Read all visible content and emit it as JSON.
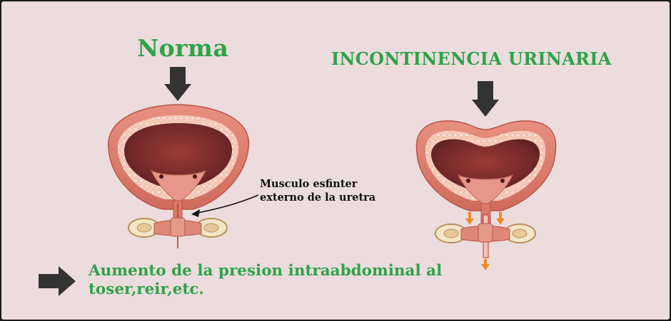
{
  "title_left": "Norma",
  "title_right": "INCONTINENCIA URINARIA",
  "sphincter_label_line1": "Musculo esfinter",
  "sphincter_label_line2": "externo de la uretra",
  "footer_note": "Aumento de la presion intraabdominal al toser,reir,etc.",
  "colors": {
    "background": "#ecdcdd",
    "title_green": "#2fa24a",
    "arrow": "#333333",
    "muscle_outer": "#e28576",
    "lumen": "#7a2a28",
    "orange_arrows": "#f08a24"
  },
  "icons": [
    "arrow-down-icon",
    "arrow-right-icon",
    "pressure-arrow-icon"
  ]
}
